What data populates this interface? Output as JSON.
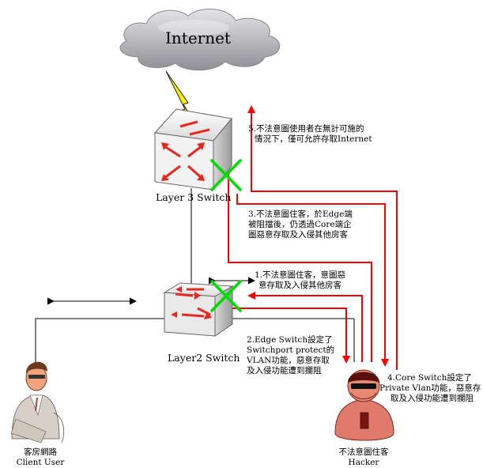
{
  "nodes": {
    "internet": "Internet",
    "layer3": "Layer 3 Switch",
    "layer2": "Layer2 Switch",
    "client": [
      "客房網路",
      "Client User"
    ],
    "hacker": [
      "不法意圖住客",
      "Hacker"
    ]
  },
  "annotations": {
    "step5": [
      "5.不法意圖使用者在無計可施的",
      "情況下，僅可允許存取Internet"
    ],
    "step3": [
      "3.不法意圖住客，於Edge端",
      "被阻擋後，仍透過Core端企",
      "圖惡意存取及入侵其他房客"
    ],
    "step1": [
      "1.不法意圖住客，意圖惡",
      "意存取及入侵其他房客"
    ],
    "step2": [
      "2.Edge Switch設定了",
      "Switchport protect的",
      "VLAN功能，惡意存取",
      "及入侵功能遭到攔阻"
    ],
    "step4": [
      "4.Core Switch設定了",
      "Private Vlan功能，惡意存",
      "取及入侵功能遭到攔阻"
    ]
  },
  "colors": {
    "attack_path": "#ff0000",
    "blocked_mark": "#00dd00",
    "link": "#000000",
    "switch_arrow": "#e8281e",
    "lightning": "#ffee00",
    "cloud": "#b8b8bc",
    "person_skin": "#f2a37c",
    "hacker_body": "#e07a6c"
  },
  "icons": {
    "cloud": "cloud-icon",
    "layer3": "layer3-switch-icon",
    "layer2": "layer2-switch-icon",
    "lightning": "lightning-icon",
    "client": "client-user-icon",
    "hacker": "hacker-icon",
    "blocked": "blocked-x-icon"
  }
}
